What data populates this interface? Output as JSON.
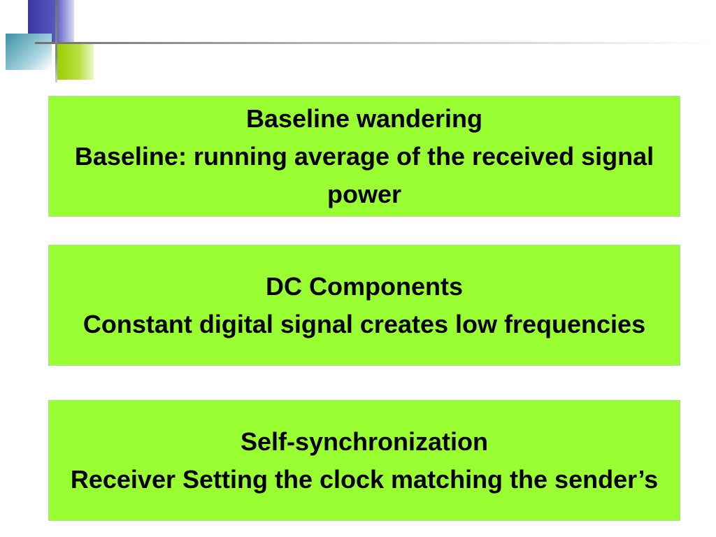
{
  "slide": {
    "boxes": [
      {
        "heading": "Baseline wandering",
        "text": "Baseline: running average of the received signal power"
      },
      {
        "heading": "DC Components",
        "text": "Constant digital signal creates low frequencies"
      },
      {
        "heading": "Self-synchronization",
        "text": "Receiver Setting the clock matching the sender’s"
      }
    ]
  },
  "colors": {
    "box_background": "#99ff33",
    "deco_blue": "#3a36a0",
    "deco_cyan": "#3f8fa8",
    "deco_green": "#99cc00"
  }
}
